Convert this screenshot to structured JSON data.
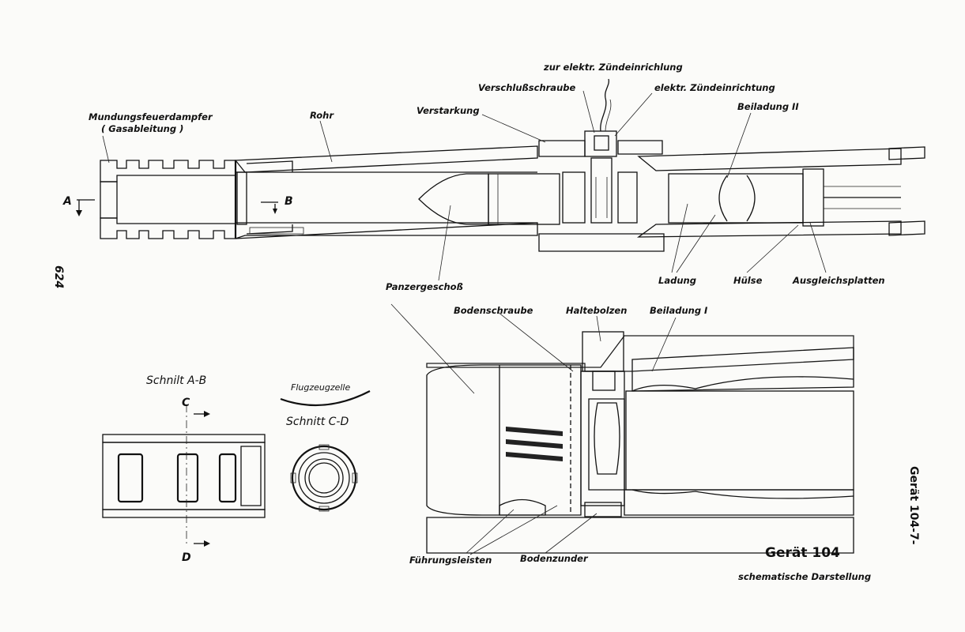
{
  "labels": {
    "muzzle_damper": "Mundungsfeuerdampfer",
    "gas_diversion": "( Gasableitung )",
    "barrel": "Rohr",
    "reinforcement": "Verstarkung",
    "breech_screw": "Verschlußschraube",
    "to_ignition": "zur elektr. Zündeinrichlung",
    "ignition": "elektr. Zündeinrichtung",
    "extra_charge_2": "Beiladung II",
    "charge": "Ladung",
    "case": "Hülse",
    "balance_plates": "Ausgleichsplatten",
    "projectile": "Panzergeschoß",
    "base_screw": "Bodenschraube",
    "holding_bolt": "Haltebolzen",
    "extra_charge_1": "Beiladung I",
    "section_ab": "Schnilt A-B",
    "airframe": "Flugzeugzelle",
    "section_cd": "Schnitt C-D",
    "guide_rails": "Führungsleisten",
    "base_fuze": "Bodenzunder",
    "device_title": "Gerät 104",
    "device_subtitle": "schematische Darstellung",
    "side_code": "Gerät 104-7-",
    "page_number": "624",
    "marker_a": "A",
    "marker_b": "B",
    "marker_c": "C",
    "marker_d": "D"
  }
}
